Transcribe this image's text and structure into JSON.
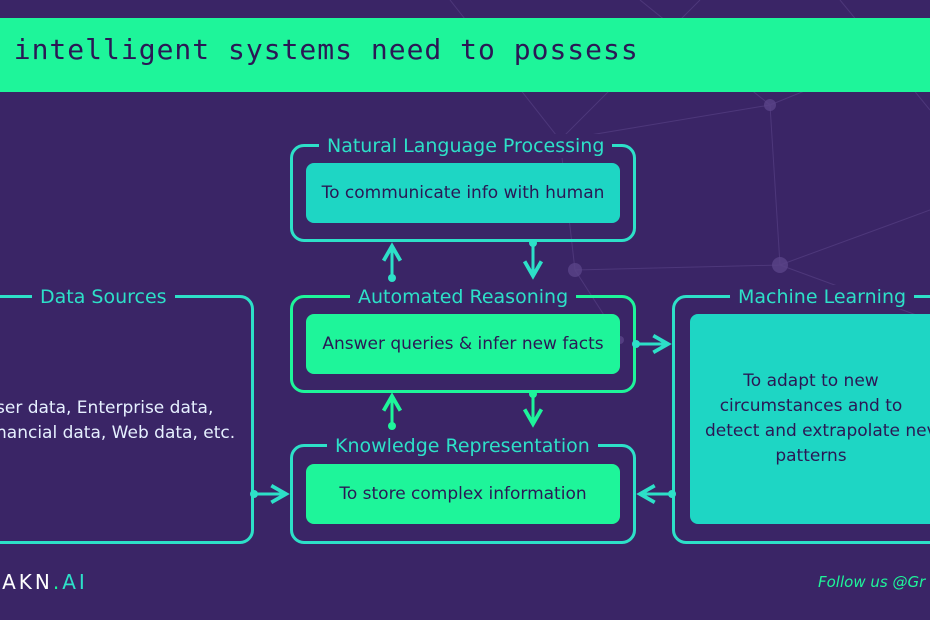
{
  "banner": {
    "title": "t intelligent systems need to possess"
  },
  "nlp": {
    "label": "Natural Language Processing",
    "text": "To communicate info with human"
  },
  "reasoning": {
    "label": "Automated Reasoning",
    "text": "Answer queries & infer new facts"
  },
  "knowledge": {
    "label": "Knowledge Representation",
    "text": "To store complex information"
  },
  "sources": {
    "label": "Data Sources",
    "line1": "ser data, Enterprise data,",
    "line2": "nancial data, Web data, etc."
  },
  "ml": {
    "label": "Machine Learning",
    "line1": "To adapt to new",
    "line2": "circumstances and to",
    "line3": "detect and extrapolate nev",
    "line4": "patterns"
  },
  "footer": {
    "logo_main": "RAKN",
    "logo_dot": ".",
    "logo_ai": "AI",
    "follow": "Follow us @Gr"
  },
  "colors": {
    "background": "#3a2566",
    "green": "#1ef59a",
    "teal": "#2de0c8",
    "dark_text": "#2b1855"
  },
  "icons": [
    "network-background",
    "arrow-icon"
  ]
}
